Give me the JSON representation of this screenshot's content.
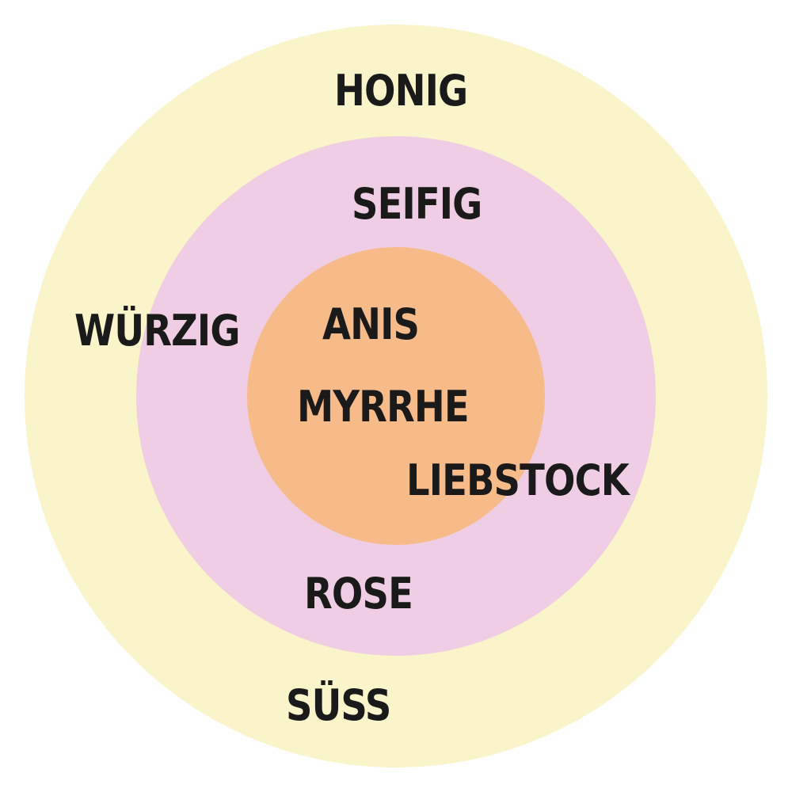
{
  "rings": {
    "outer_color": "#f9f4c9",
    "middle_color": "#efcde4",
    "inner_color": "#f7bb8a"
  },
  "labels": {
    "honig": "HONIG",
    "seifig": "SEIFIG",
    "wurzig": "WÜRZIG",
    "anis": "ANIS",
    "myrrhe": "MYRRHE",
    "liebstock": "LIEBSTOCK",
    "rose": "ROSE",
    "suss": "SÜSS"
  }
}
